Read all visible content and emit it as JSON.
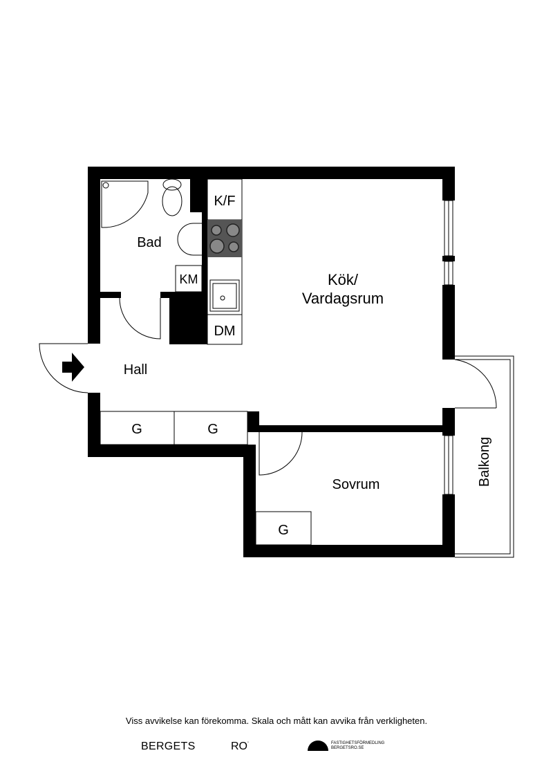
{
  "rooms": {
    "bad": "Bad",
    "km": "KM",
    "kf": "K/F",
    "dm": "DM",
    "kok_line1": "Kök/",
    "kok_line2": "Vardagsrum",
    "hall": "Hall",
    "closet_g": "G",
    "sovrum": "Sovrum",
    "balkong": "Balkong"
  },
  "footer": {
    "disclaimer": "Viss avvikelse kan förekomma. Skala och mått kan avvika från verkligheten.",
    "logo_left": "BERGETS",
    "logo_right": "RO",
    "logo_mark": "˚",
    "agency_line1": "FASTIGHETSFÖRMEDLING",
    "agency_line2": "BERGETSRO.SE"
  },
  "colors": {
    "wall": "#000000",
    "stove": "#555555"
  }
}
